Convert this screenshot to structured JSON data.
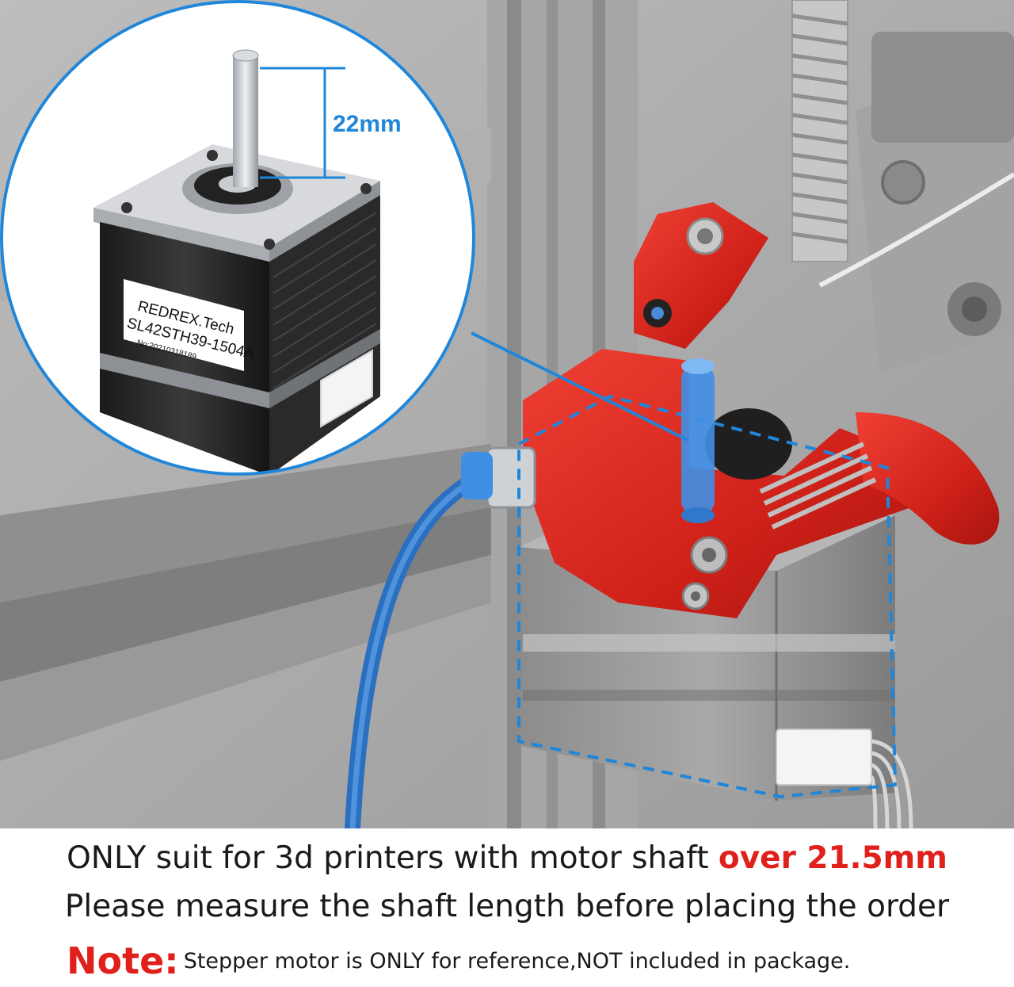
{
  "inset": {
    "dimension_label": "22mm",
    "motor_brand": "REDREX.Tech",
    "motor_model": "SL42STH39-1504A",
    "motor_serial": "No:20210318189"
  },
  "caption": {
    "line1_prefix": "ONLY suit for 3d printers with motor shaft ",
    "line1_highlight": "over 21.5mm",
    "line2": "Please measure the shaft length before placing the order",
    "note_label": "Note:",
    "note_text": "Stepper motor is ONLY for reference,NOT included in package."
  },
  "colors": {
    "accent_red": "#e0201b",
    "measure_blue": "#1f86d9",
    "text_dark": "#1a1a1a"
  }
}
